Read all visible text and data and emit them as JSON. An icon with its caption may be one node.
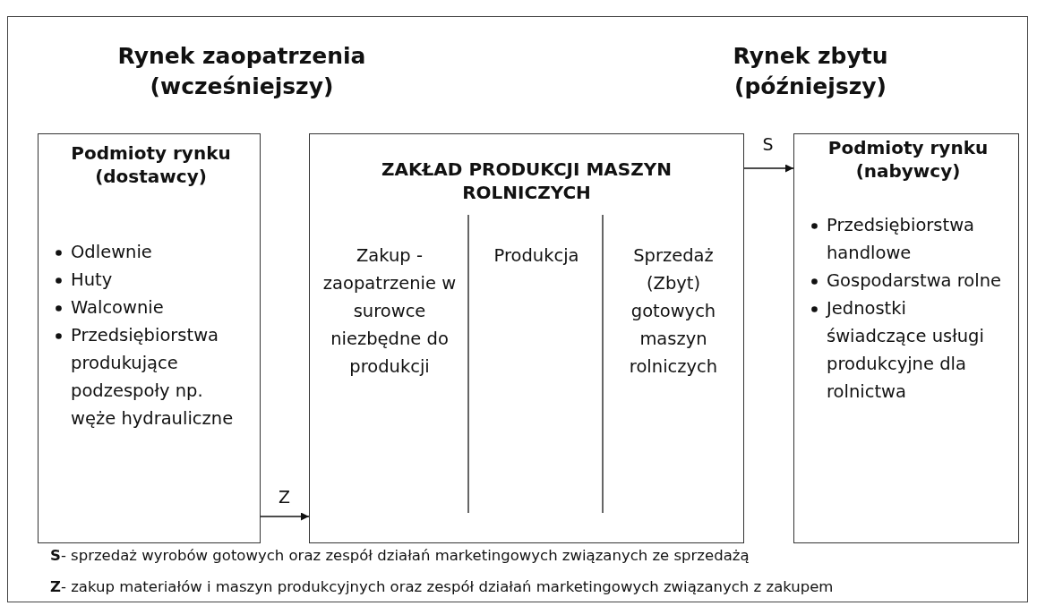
{
  "diagram": {
    "nodes": [
      {
        "text": [
          "Podmioty rynku (dostawcy)",
          "Odlewnie",
          "Huty",
          "Walcownie",
          "Przedsiębiorstwa produkujące podzespoły np. węże hydrauliczne"
        ]
      },
      {
        "text": [
          "ZAKŁAD PRODUKCJI MASZYN ROLNICZYCH"
        ]
      },
      {
        "text": [
          "Zakup - zaopatrzenie w surowce niezbędne do produkcji"
        ],
        "in": 1
      },
      {
        "text": [
          "Produkcja"
        ],
        "in": 1
      },
      {
        "text": [
          "Sprzedaż (Zbyt) gotowych maszyn rolniczych"
        ],
        "in": 1
      },
      {
        "text": [
          "Podmioty rynku (nabywcy)",
          "Przedsiębiorstwa handlowe",
          "Gospodarstwa rolne",
          "Jednostki świadczące usługi produkcyjne dla rolnictwa"
        ]
      }
    ],
    "edges": [
      {
        "from": 0,
        "to": 1,
        "arrow": "to",
        "label": "Z"
      },
      {
        "from": 1,
        "to": 5,
        "arrow": "to",
        "label": "S"
      }
    ],
    "labels": [
      "Rynek zaopatrzenia (wcześniejszy)",
      "Rynek zbytu (późniejszy)",
      "**S**- sprzedaż wyrobów gotowych oraz zespół działań marketingowych związanych ze sprzedażą",
      "**Z**- zakup materiałów i maszyn produkcyjnych oraz zespół działań marketingowych związanych z zakupem"
    ]
  }
}
